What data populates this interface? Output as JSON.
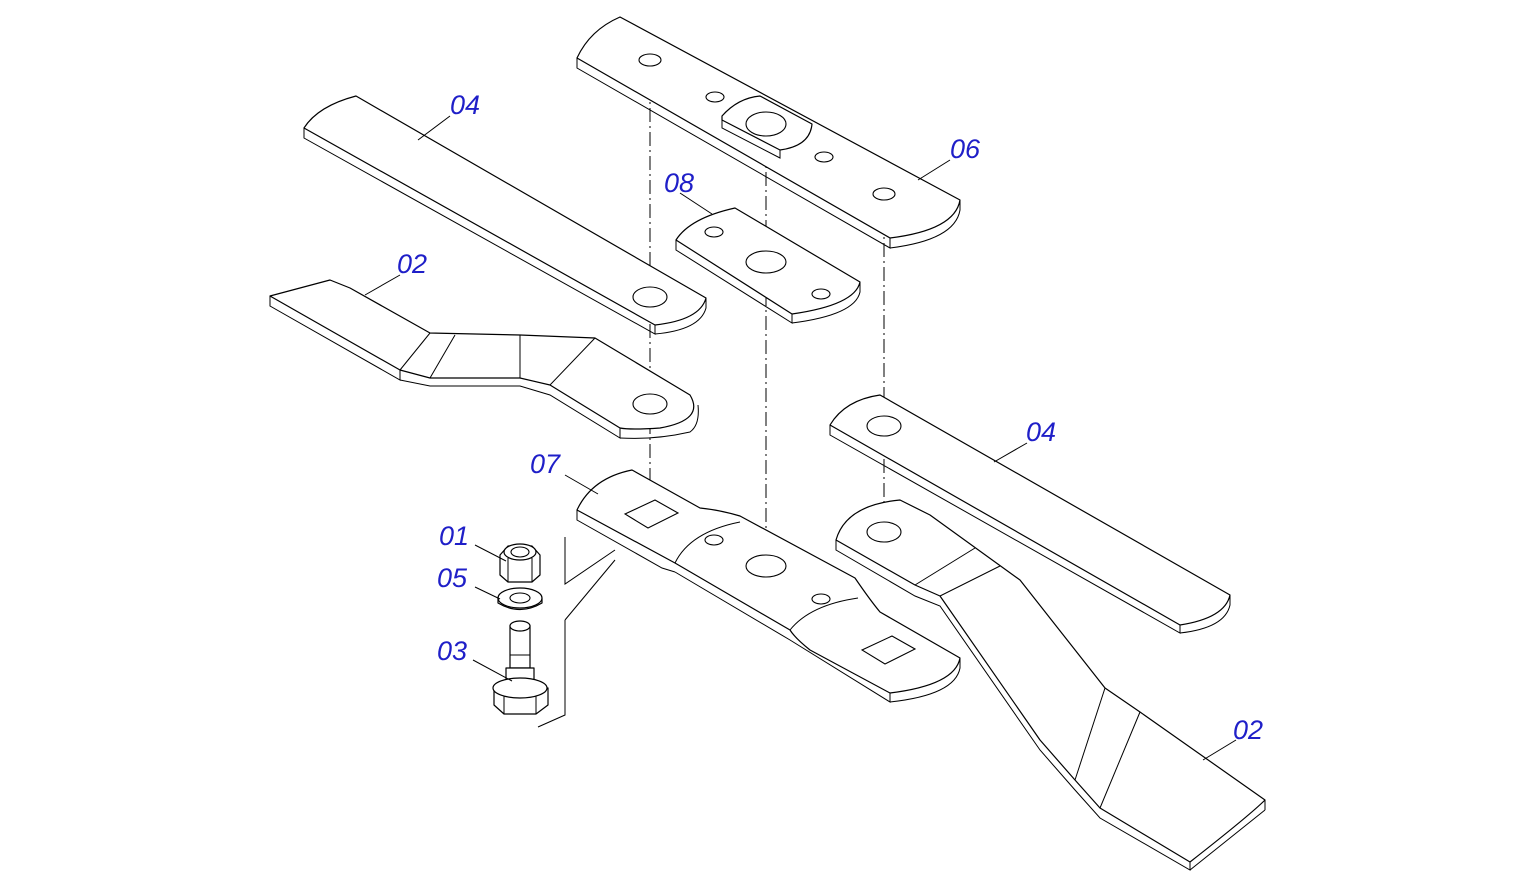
{
  "diagram": {
    "labels": {
      "part_04_upper": "04",
      "part_06": "06",
      "part_08": "08",
      "part_02_left": "02",
      "part_07": "07",
      "part_04_right": "04",
      "part_01": "01",
      "part_05": "05",
      "part_03": "03",
      "part_02_right": "02"
    },
    "colors": {
      "callout": "#1f1fc8",
      "line": "#000000",
      "background": "#ffffff"
    }
  }
}
